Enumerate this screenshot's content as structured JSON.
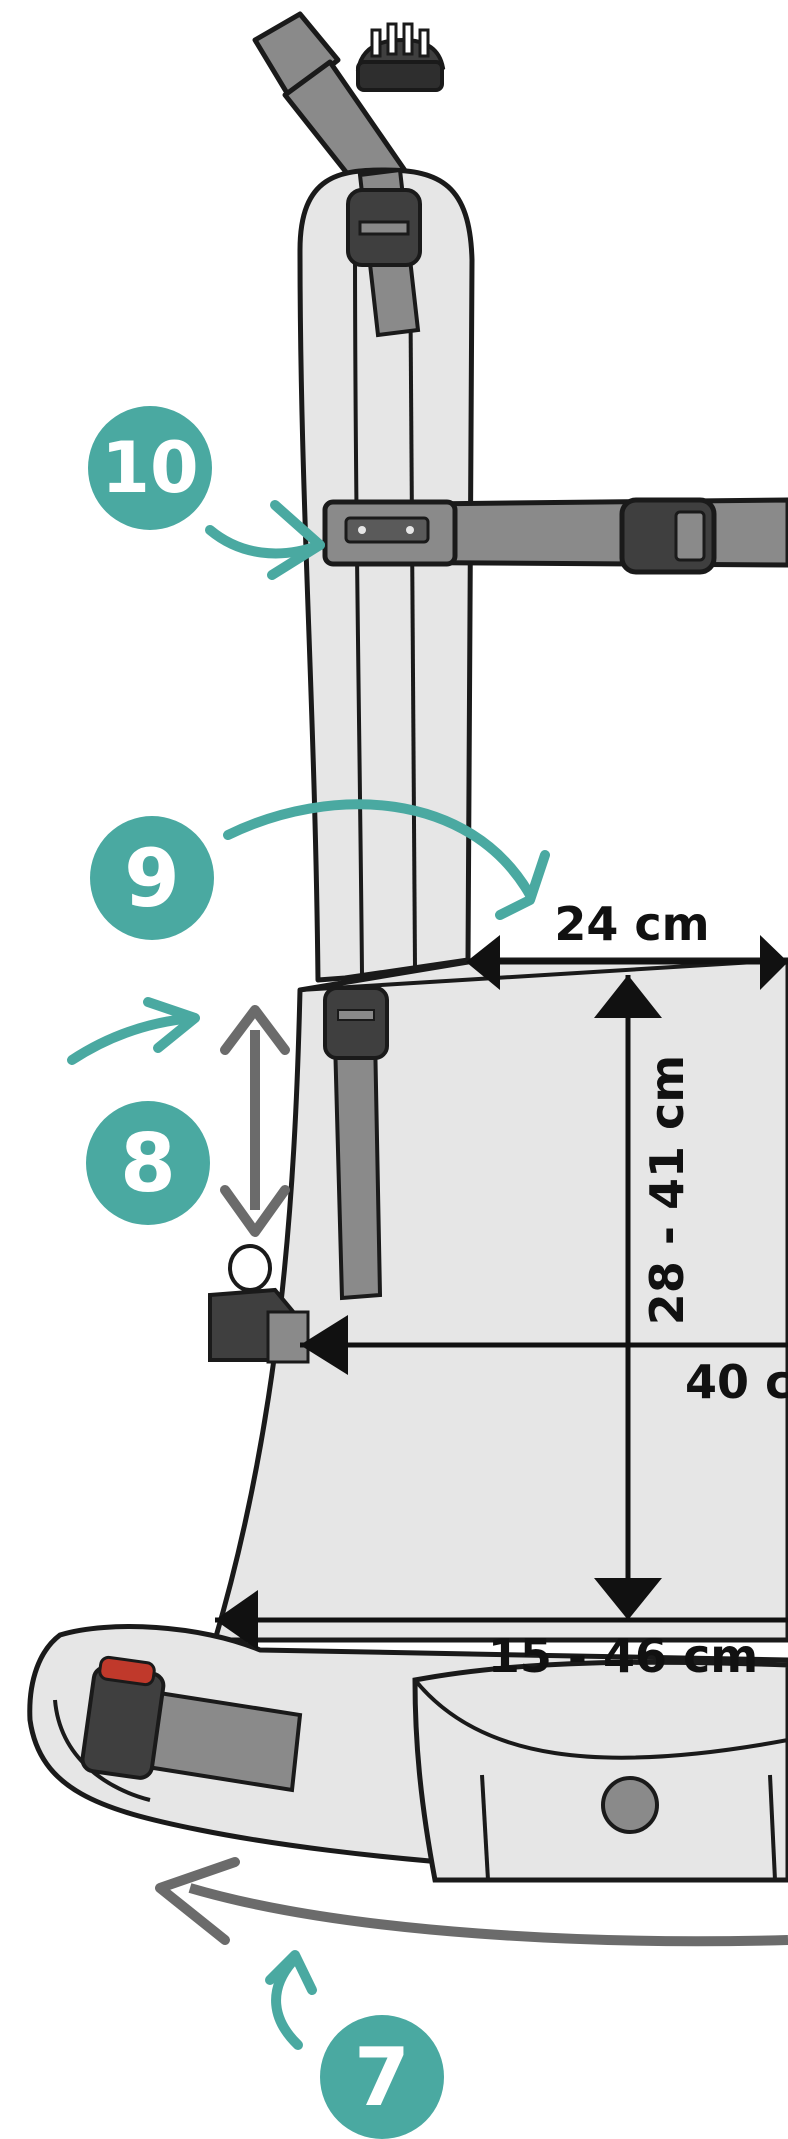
{
  "badges": {
    "b7": "7",
    "b8": "8",
    "b9": "9",
    "b10": "10"
  },
  "dimensions": {
    "top_width": "24 cm",
    "height": "28 - 41 cm",
    "mid_width": "40 c",
    "bottom_width": "15 - 46 cm"
  },
  "colors": {
    "teal": "#4aa9a1",
    "panel": "#e6e6e6",
    "strap": "#8a8a8a",
    "buckle": "#3f3f3f",
    "outline": "#1a1a1a",
    "arrow_grey": "#6b6b6b",
    "dimension": "#111111",
    "release_button": "#c0392b"
  },
  "icons": {
    "chest_strap_buckle": "buckle-icon",
    "hip_release": "release-button-icon"
  }
}
